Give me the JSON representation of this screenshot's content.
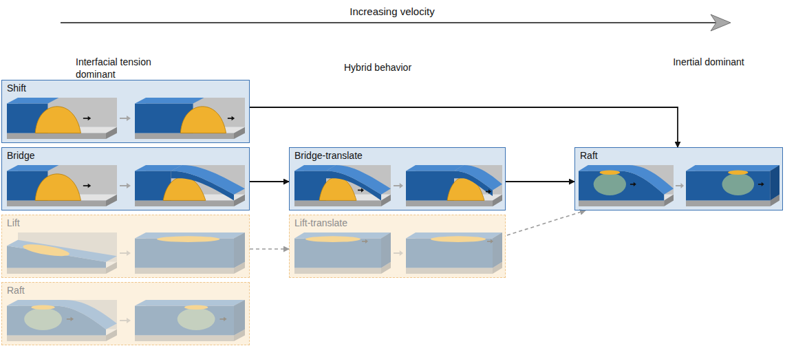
{
  "diagram": {
    "nodes": [
      {
        "text": [
          "Shift"
        ]
      },
      {
        "text": [
          "Bridge"
        ]
      },
      {
        "text": [
          "Bridge-translate"
        ]
      },
      {
        "text": [
          "Raft"
        ]
      },
      {
        "text": [
          "Lift"
        ]
      },
      {
        "text": [
          "Lift-translate"
        ]
      },
      {
        "text": [
          "Raft"
        ]
      }
    ],
    "edges": [
      {
        "from": 0,
        "to": 3,
        "arrow": "to"
      },
      {
        "from": 1,
        "to": 2,
        "arrow": "to"
      },
      {
        "from": 2,
        "to": 3,
        "arrow": "to"
      },
      {
        "from": 4,
        "to": 5,
        "arrow": "to"
      },
      {
        "from": 5,
        "to": 3,
        "arrow": "to"
      }
    ],
    "labels": [
      "Increasing velocity",
      "Interfacial tension dominant",
      "Hybrid behavior",
      "Inertial dominant"
    ]
  }
}
